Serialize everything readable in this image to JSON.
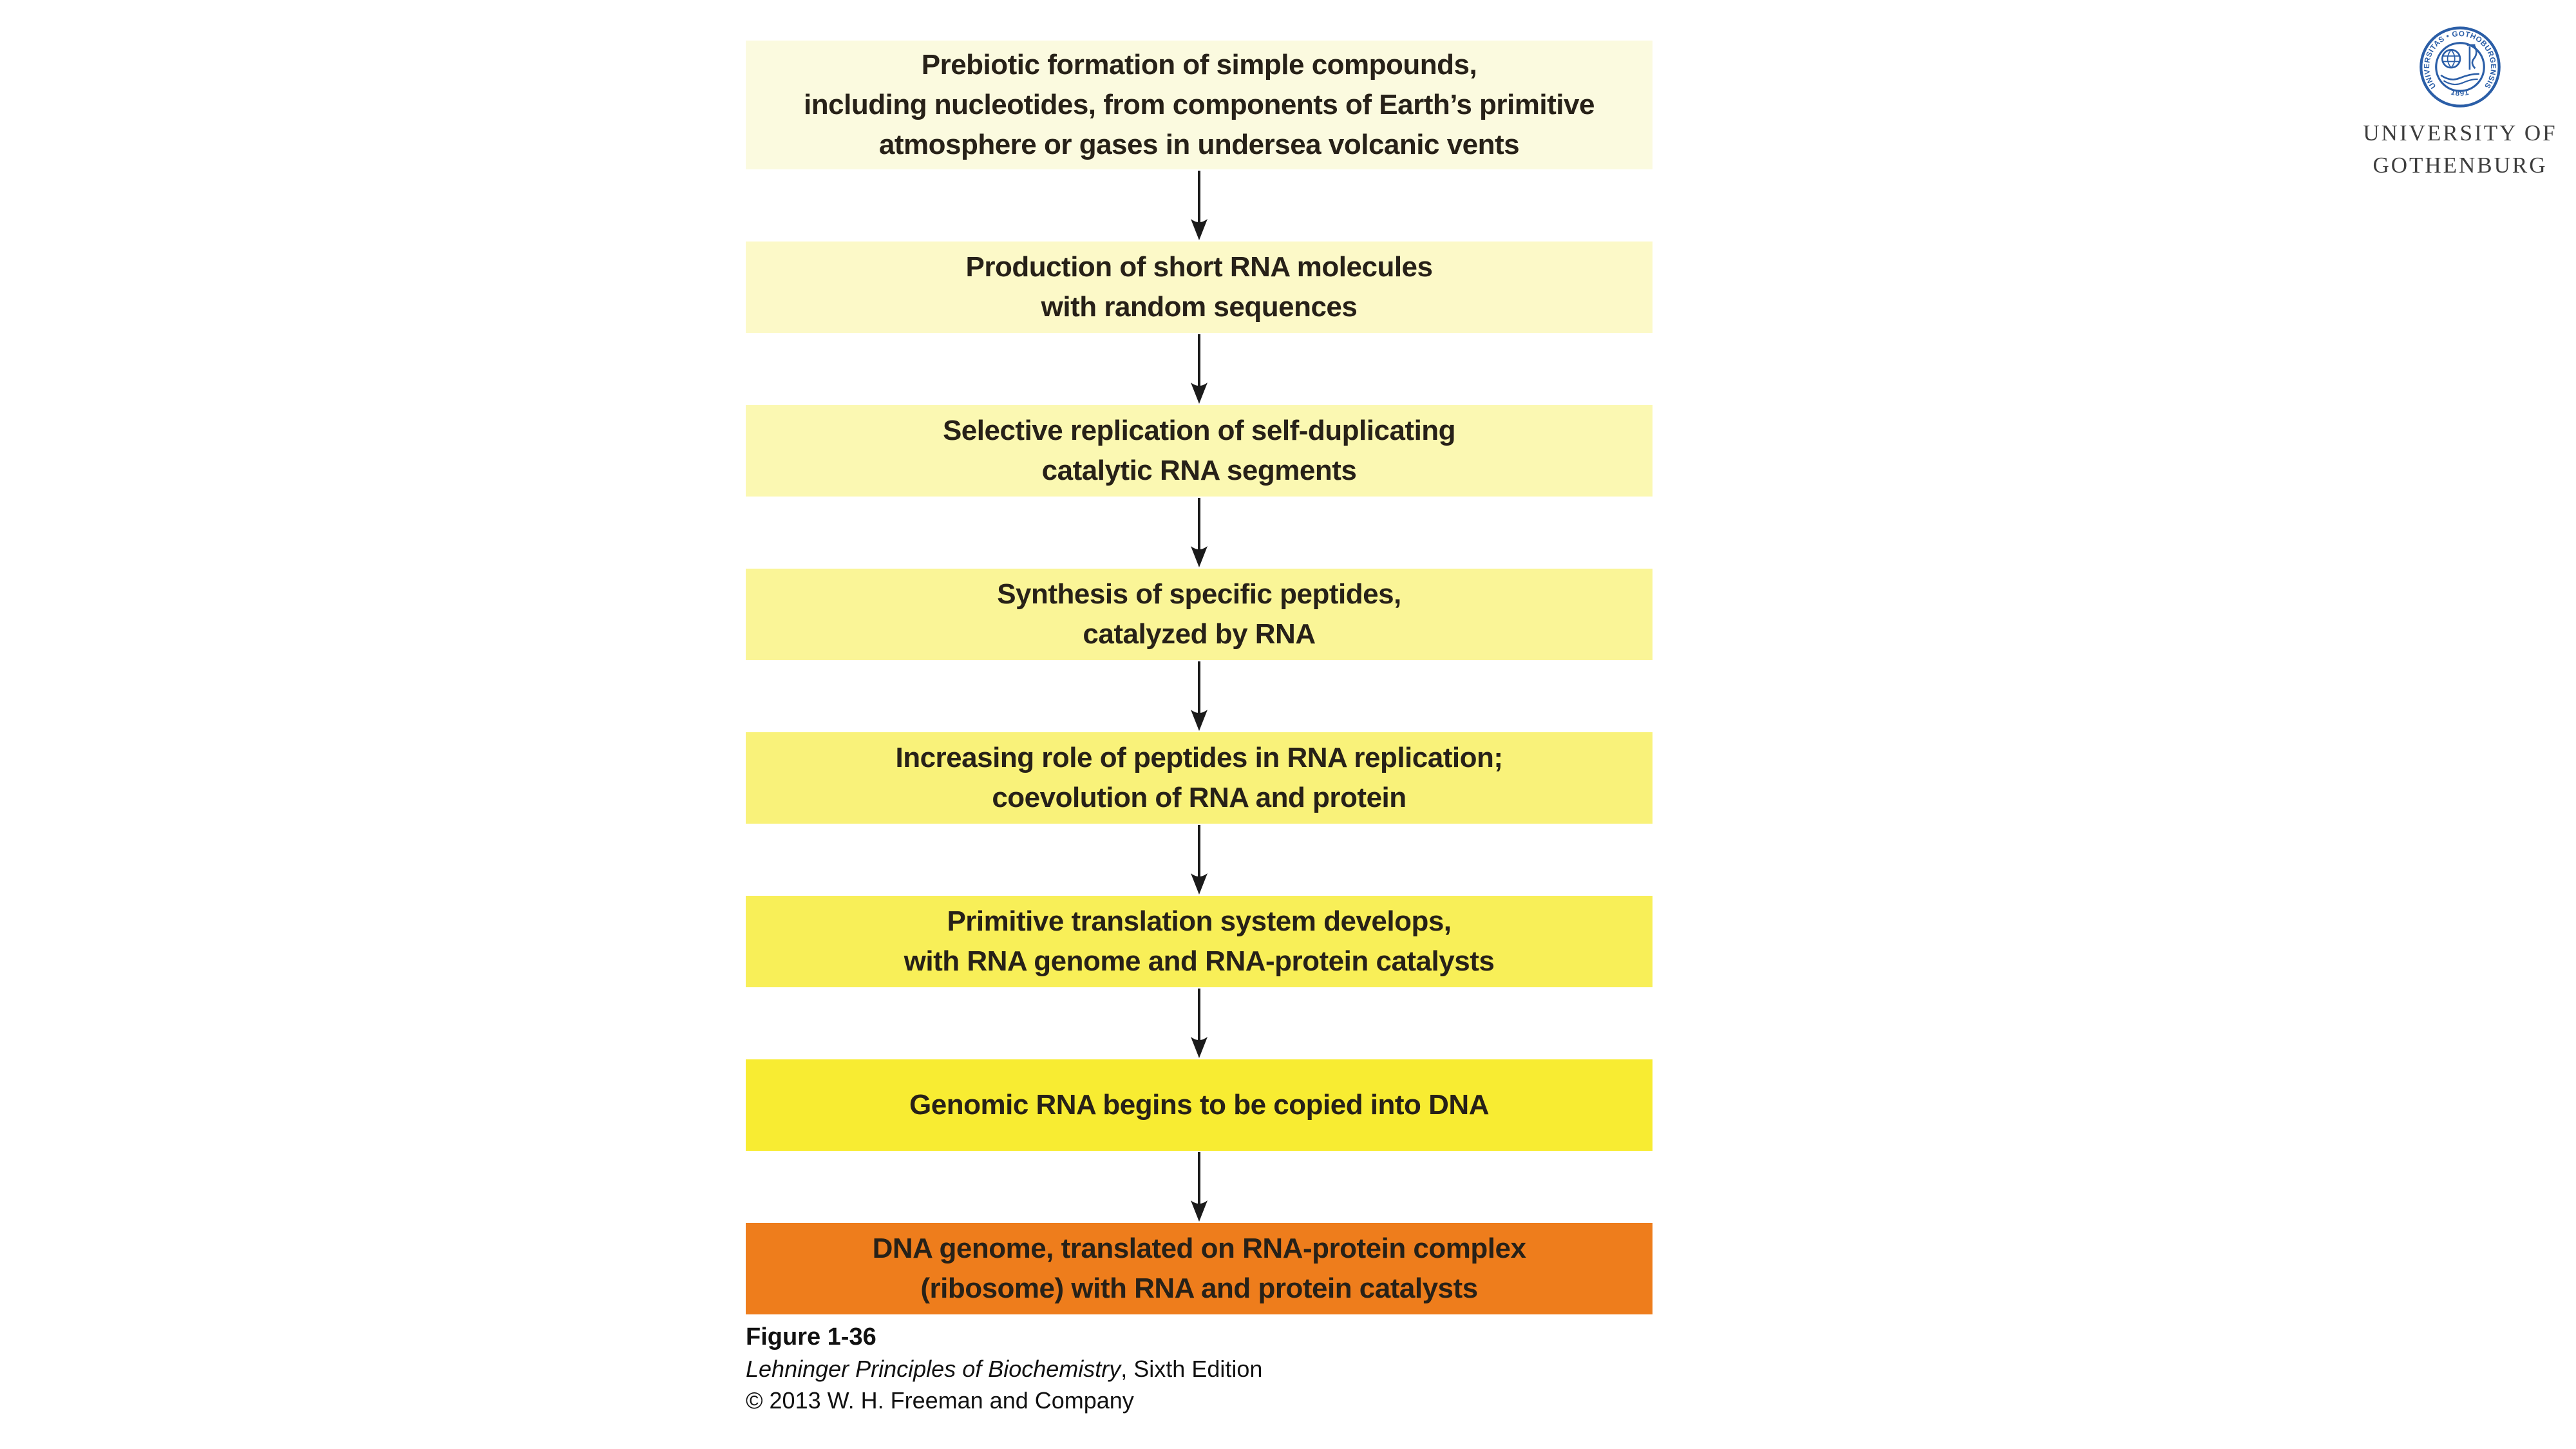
{
  "page": {
    "background": "#ffffff"
  },
  "flow": {
    "text_color": "#272118",
    "arrow_color": "#1b1b1b",
    "steps": [
      {
        "text": "Prebiotic formation of simple compounds,\nincluding nucleotides, from components of Earth’s primitive\natmosphere or gases in undersea volcanic vents",
        "bg": "#FBFADF"
      },
      {
        "text": "Production of short RNA molecules\nwith random sequences",
        "bg": "#FCF9C8"
      },
      {
        "text": "Selective replication of self-duplicating\ncatalytic RNA segments",
        "bg": "#FBF8B2"
      },
      {
        "text": "Synthesis of specific peptides,\ncatalyzed by RNA",
        "bg": "#FAF597"
      },
      {
        "text": "Increasing role of peptides in RNA replication;\ncoevolution of RNA and protein",
        "bg": "#F9F27A"
      },
      {
        "text": "Primitive translation system develops,\nwith RNA genome and RNA-protein catalysts",
        "bg": "#F8EF58"
      },
      {
        "text": "Genomic RNA begins to be copied into DNA",
        "bg": "#F8EC32"
      },
      {
        "text": "DNA genome, translated on RNA-protein complex\n(ribosome) with RNA and protein catalysts",
        "bg": "#EE7D1C"
      }
    ]
  },
  "caption": {
    "figure_label": "Figure 1-36",
    "book_title": "Lehninger Principles of Biochemistry",
    "edition_suffix": ", Sixth Edition",
    "copyright": "© 2013 W. H. Freeman and Company"
  },
  "logo": {
    "seal_ring_text": "UNIVERSITAS • GOTHOBURGENSIS",
    "seal_year": "· 1891 ·",
    "name_line1": "UNIVERSITY OF",
    "name_line2": "GOTHENBURG",
    "seal_color": "#2B5EA7",
    "name_color": "#3d3d3d"
  }
}
